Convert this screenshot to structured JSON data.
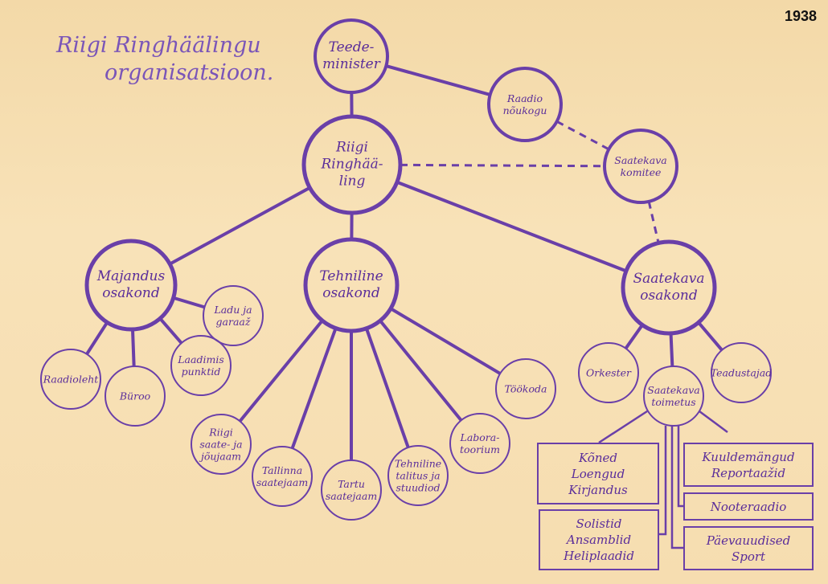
{
  "title": {
    "line1": "Riigi Ringhäälingu",
    "line2": "organisatsioon."
  },
  "year": "1938",
  "colors": {
    "ink": "#6a3fa8",
    "paper": "#f6dfb4"
  },
  "nodes": {
    "minister": [
      "Teede-",
      "minister"
    ],
    "council": [
      "Raadio",
      "nõukogu"
    ],
    "committee": [
      "Saatekava",
      "komitee"
    ],
    "broadcasting": [
      "Riigi",
      "Ringhää-",
      "ling"
    ],
    "economy": [
      "Majandus",
      "osakond"
    ],
    "technical": [
      "Tehniline",
      "osakond"
    ],
    "program": [
      "Saatekava",
      "osakond"
    ],
    "warehouse": [
      "Ladu ja",
      "garaaž"
    ],
    "charging": [
      "Laadimis",
      "punktid"
    ],
    "office": [
      "Büroo"
    ],
    "radioleht": [
      "Raadioleht"
    ],
    "mainstation": [
      "Riigi",
      "saate- ja",
      "jõujaam"
    ],
    "tallinn": [
      "Tallinna",
      "saatejaam"
    ],
    "tartu": [
      "Tartu",
      "saatejaam"
    ],
    "techservice": [
      "Tehniline",
      "talitus ja",
      "stuudiod"
    ],
    "lab": [
      "Labora-",
      "toorium"
    ],
    "workshop": [
      "Töökoda"
    ],
    "orchestra": [
      "Orkester"
    ],
    "editorial": [
      "Saatekava",
      "toimetus"
    ],
    "announcers": [
      "Teadustajad"
    ]
  },
  "boxes": {
    "talks": [
      "Kõned",
      "Loengud",
      "Kirjandus"
    ],
    "music": [
      "Solistid",
      "Ansamblid",
      "Heliplaadid"
    ],
    "plays": [
      "Kuuldemängud",
      "Reportaažid"
    ],
    "youth": [
      "Nooteraadio"
    ],
    "news": [
      "Päevauudised",
      "Sport"
    ]
  }
}
